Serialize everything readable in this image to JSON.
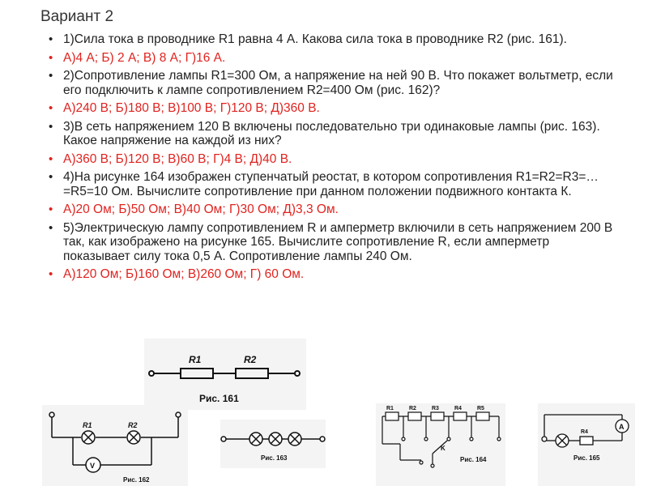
{
  "title": "Вариант 2",
  "items": [
    {
      "kind": "question",
      "text": "1)Сила тока в проводнике R1 равна 4 А. Какова сила тока в проводнике R2 (рис. 161)."
    },
    {
      "kind": "answer",
      "text": "А)4 А; Б) 2 А; В) 8 А; Г)16 А."
    },
    {
      "kind": "question",
      "text": "2)Сопротивление лампы R1=300 Ом, а напряжение на ней 90 В. Что покажет вольтметр, если его подключить к лампе сопротивлением R2=400 Ом (рис. 162)?"
    },
    {
      "kind": "answer",
      "text": "А)240 В; Б)180 В; В)100 В; Г)120 В; Д)360 В."
    },
    {
      "kind": "question",
      "text": "3)В сеть напряжением 120 В включены последовательно три одинаковые лампы (рис. 163). Какое напряжение на каждой из них?"
    },
    {
      "kind": "answer",
      "text": "А)360 В; Б)120 В; В)60 В; Г)4 В; Д)40 В."
    },
    {
      "kind": "question",
      "text": "4)На рисунке 164 изображен ступенчатый реостат, в котором сопротивления R1=R2=R3=…=R5=10 Ом. Вычислите сопротивление при данном положении подвижного контакта К."
    },
    {
      "kind": "answer",
      "text": "А)20 Ом; Б)50 Ом; В)40 Ом; Г)30 Ом; Д)3,3 Ом."
    },
    {
      "kind": "question",
      "text": "5)Электрическую лампу сопротивлением R и амперметр включили в сеть напряжением 200 В так, как изображено на рисунке 165. Вычислите сопротивление R, если амперметр показывает силу тока 0,5 А. Сопротивление лампы 240 Ом."
    },
    {
      "kind": "answer",
      "text": "А)120 Ом; Б)160 Ом; В)260 Ом; Г) 60 Ом."
    }
  ],
  "figures": {
    "fig161": {
      "caption": "Рис. 161",
      "r1": "R1",
      "r2": "R2"
    },
    "fig162": {
      "caption": "Рис. 162",
      "r1": "R1",
      "r2": "R2",
      "meter": "V"
    },
    "fig163": {
      "caption": "Рис. 163"
    },
    "fig164": {
      "caption": "Рис. 164",
      "labels": [
        "R1",
        "R2",
        "R3",
        "R4",
        "R5"
      ],
      "contact": "K"
    },
    "fig165": {
      "caption": "Рис. 165",
      "r": "R4",
      "meter": "A"
    }
  }
}
